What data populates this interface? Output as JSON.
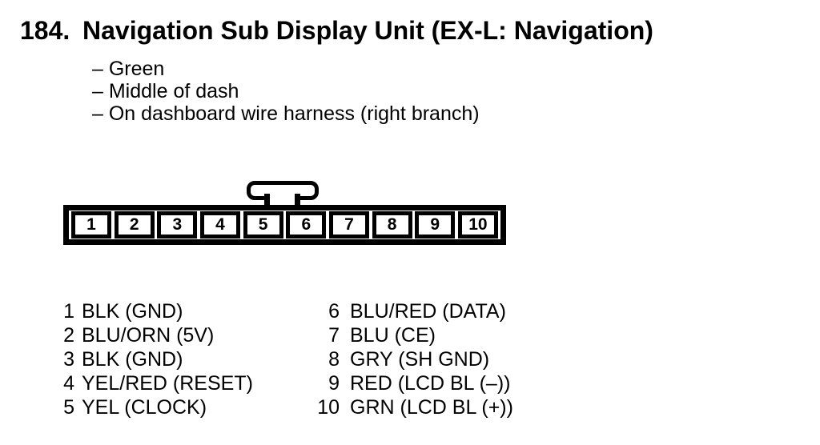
{
  "page": {
    "number": "184.",
    "title": "Navigation Sub Display Unit (EX-L: Navigation)"
  },
  "notes": {
    "items": [
      "– Green",
      "– Middle of dash",
      "– On dashboard wire harness (right branch)"
    ]
  },
  "connector": {
    "pins": [
      "1",
      "2",
      "3",
      "4",
      "5",
      "6",
      "7",
      "8",
      "9",
      "10"
    ]
  },
  "pinout": {
    "left": [
      {
        "pin": "1",
        "label": "BLK (GND)"
      },
      {
        "pin": "2",
        "label": "BLU/ORN (5V)"
      },
      {
        "pin": "3",
        "label": "BLK (GND)"
      },
      {
        "pin": "4",
        "label": "YEL/RED (RESET)"
      },
      {
        "pin": "5",
        "label": "YEL (CLOCK)"
      }
    ],
    "right": [
      {
        "pin": "6",
        "label": "BLU/RED (DATA)"
      },
      {
        "pin": "7",
        "label": "BLU (CE)"
      },
      {
        "pin": "8",
        "label": "GRY (SH GND)"
      },
      {
        "pin": "9",
        "label": "RED (LCD BL (–))"
      },
      {
        "pin": "10",
        "label": "GRN (LCD BL (+))"
      }
    ]
  },
  "colors": {
    "ink": "#000000",
    "paper": "#ffffff"
  }
}
